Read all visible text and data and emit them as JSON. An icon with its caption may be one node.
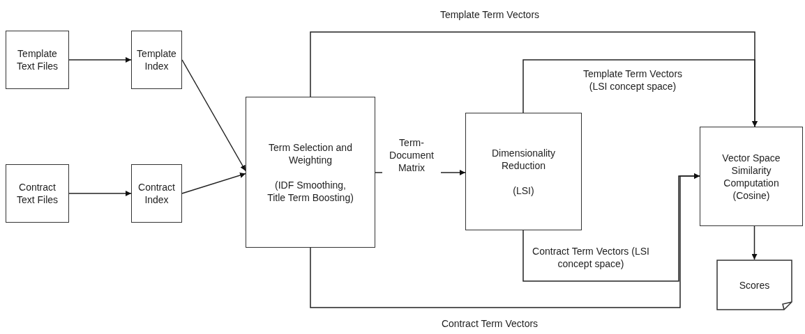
{
  "diagram": {
    "nodes": [
      {
        "text": [
          "Template Text Files"
        ]
      },
      {
        "text": [
          "Template Index"
        ]
      },
      {
        "text": [
          "Contract Text Files"
        ]
      },
      {
        "text": [
          "Contract Index"
        ]
      },
      {
        "text": [
          "Term Selection and Weighting",
          "(IDF Smoothing, Title Term Boosting)"
        ]
      },
      {
        "text": [
          "Dimensionality Reduction",
          "(LSI)"
        ]
      },
      {
        "text": [
          "Vector Space Similarity Computation (Cosine)"
        ]
      },
      {
        "text": [
          "Scores"
        ]
      }
    ],
    "edges": [
      {
        "from": 0,
        "to": 1,
        "arrow": "to"
      },
      {
        "from": 2,
        "to": 3,
        "arrow": "to"
      },
      {
        "from": 1,
        "to": 4,
        "arrow": "to"
      },
      {
        "from": 3,
        "to": 4,
        "arrow": "to"
      },
      {
        "from": 4,
        "to": 5,
        "arrow": "to",
        "label": "Term-Document Matrix"
      },
      {
        "from": 4,
        "to": 6,
        "arrow": "to",
        "label": "Template Term Vectors"
      },
      {
        "from": 5,
        "to": 6,
        "arrow": "to",
        "label": "Template Term Vectors (LSI concept space)"
      },
      {
        "from": 5,
        "to": 6,
        "arrow": "to",
        "label": "Contract Term Vectors (LSI concept space)"
      },
      {
        "from": 4,
        "to": 6,
        "arrow": "to",
        "label": "Contract Term Vectors"
      },
      {
        "from": 6,
        "to": 7,
        "arrow": "to"
      }
    ]
  }
}
